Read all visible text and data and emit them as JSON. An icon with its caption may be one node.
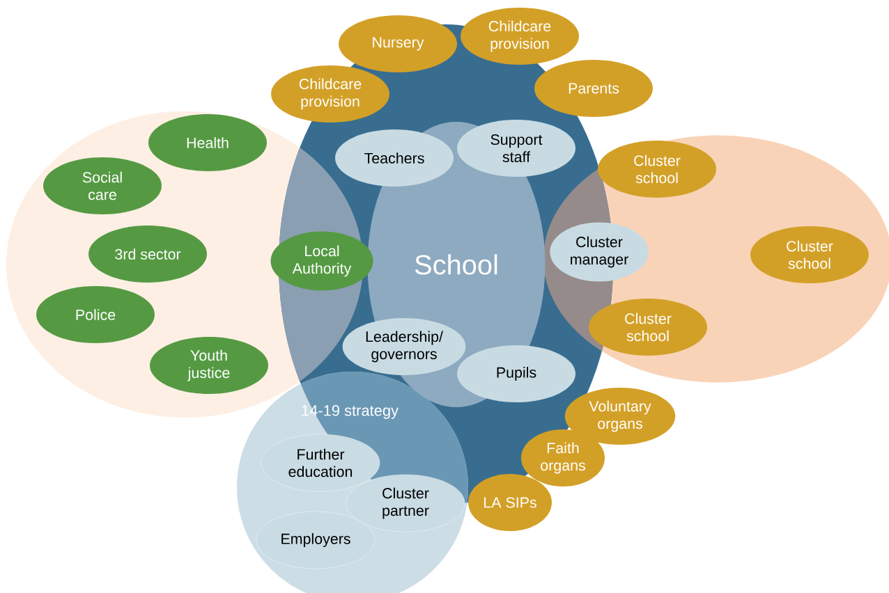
{
  "diagram": {
    "nodes": [
      {
        "text": [
          "School"
        ]
      },
      {
        "text": [
          "14-19 strategy"
        ]
      },
      {
        "text": [
          "Health"
        ]
      },
      {
        "text": [
          "Social care"
        ]
      },
      {
        "text": [
          "3rd sector"
        ]
      },
      {
        "text": [
          "Police"
        ]
      },
      {
        "text": [
          "Youth justice"
        ]
      },
      {
        "text": [
          "Local Authority"
        ]
      },
      {
        "text": [
          "Childcare provision"
        ]
      },
      {
        "text": [
          "Nursery"
        ]
      },
      {
        "text": [
          "Childcare provision"
        ]
      },
      {
        "text": [
          "Parents"
        ]
      },
      {
        "text": [
          "Teachers"
        ]
      },
      {
        "text": [
          "Support staff"
        ]
      },
      {
        "text": [
          "Cluster school"
        ]
      },
      {
        "text": [
          "Cluster manager"
        ]
      },
      {
        "text": [
          "Cluster school"
        ]
      },
      {
        "text": [
          "Cluster school"
        ]
      },
      {
        "text": [
          "Leadership/ governors"
        ]
      },
      {
        "text": [
          "Pupils"
        ]
      },
      {
        "text": [
          "Voluntary organs"
        ]
      },
      {
        "text": [
          "Faith organs"
        ]
      },
      {
        "text": [
          "LA SIPs"
        ]
      },
      {
        "text": [
          "Further education"
        ],
        "in": 1
      },
      {
        "text": [
          "Cluster partner"
        ],
        "in": 1
      },
      {
        "text": [
          "Employers"
        ],
        "in": 1
      }
    ]
  }
}
